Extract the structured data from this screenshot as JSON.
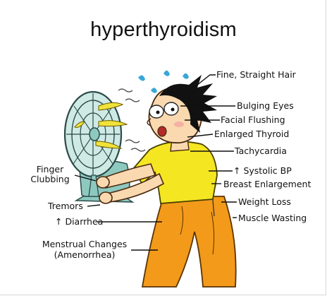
{
  "title": "hyperthyroidism",
  "labels": {
    "hair": "Fine, Straight Hair",
    "eyes": "Bulging Eyes",
    "flushing": "Facial Flushing",
    "thyroid": "Enlarged Thyroid",
    "tachy": "Tachycardia",
    "systolic": "↑ Systolic BP",
    "breast": "Breast Enlargement",
    "weight": "Weight Loss",
    "muscle": "Muscle Wasting",
    "finger1": "Finger",
    "finger2": "Clubbing",
    "tremors": "Tremors",
    "diarrhea": "↑ Diarrhea",
    "menstrual1": "Menstrual Changes",
    "menstrual2": "(Amenorrhea)"
  },
  "colors": {
    "shirt": "#f5e622",
    "pants": "#f39a1a",
    "skin": "#fbd9b0",
    "hair": "#111111",
    "fan": "#8ec9bf",
    "ribbons": "#f1e23a",
    "drops": "#3aa7d8"
  }
}
